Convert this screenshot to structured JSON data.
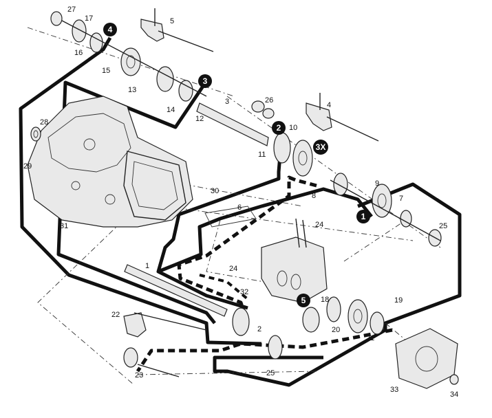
{
  "labels": {
    "p1": "1",
    "p2": "2",
    "p3": "3",
    "p4": "4",
    "p5": "5",
    "p6": "6",
    "p7": "7",
    "p8": "8",
    "p9": "9",
    "p10": "10",
    "p11": "11",
    "p12": "12",
    "p13": "13",
    "p14": "14",
    "p15": "15",
    "p16": "16",
    "p17": "17",
    "p18": "18",
    "p19": "19",
    "p20": "20",
    "p21": "21",
    "p22": "22",
    "p23": "23",
    "p24a": "24",
    "p24b": "24",
    "p25a": "25",
    "p25b": "25",
    "p26": "26",
    "p27": "27",
    "p28": "28",
    "p29": "29",
    "p30": "30",
    "p31": "31",
    "p32": "32",
    "p33": "33",
    "p34": "34"
  },
  "badges": {
    "b1": "1",
    "b2": "2",
    "b3": "3",
    "b3x": "3X",
    "b4": "4",
    "b5": "5"
  },
  "colors": {
    "ink": "#111111",
    "paper": "#ffffff",
    "badge": "#111111"
  }
}
